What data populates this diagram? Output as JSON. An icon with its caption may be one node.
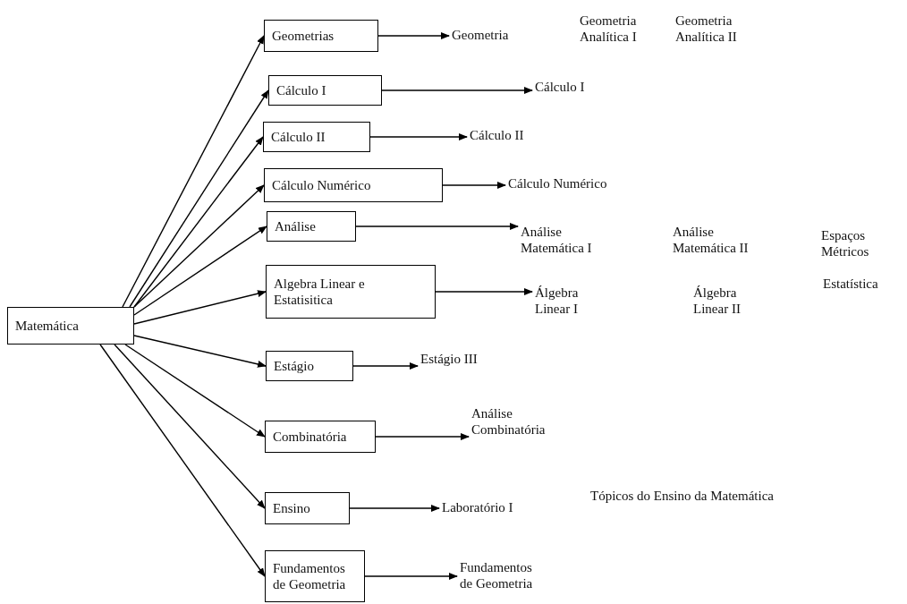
{
  "diagram": {
    "nodes": [
      {
        "text": [
          "Matemática"
        ]
      },
      {
        "text": [
          "Geometrias"
        ]
      },
      {
        "text": [
          "Cálculo I"
        ]
      },
      {
        "text": [
          "Cálculo II"
        ]
      },
      {
        "text": [
          "Cálculo Numérico"
        ]
      },
      {
        "text": [
          "Análise"
        ]
      },
      {
        "text": [
          "Algebra Linear e Estatisitica"
        ]
      },
      {
        "text": [
          "Estágio"
        ]
      },
      {
        "text": [
          "Combinatória"
        ]
      },
      {
        "text": [
          "Ensino"
        ]
      },
      {
        "text": [
          "Fundamentos de Geometria"
        ]
      },
      {
        "text": [
          "Geometria"
        ]
      },
      {
        "text": [
          "Cálculo I"
        ]
      },
      {
        "text": [
          "Cálculo II"
        ]
      },
      {
        "text": [
          "Cálculo Numérico"
        ]
      },
      {
        "text": [
          "Análise Matemática I"
        ]
      },
      {
        "text": [
          "Álgebra Linear I"
        ]
      },
      {
        "text": [
          "Estágio III"
        ]
      },
      {
        "text": [
          "Análise Combinatória"
        ]
      },
      {
        "text": [
          "Laboratório I"
        ]
      },
      {
        "text": [
          "Fundamentos de Geometria"
        ]
      }
    ],
    "edges": [
      {
        "from": 0,
        "to": 1,
        "arrow": "to"
      },
      {
        "from": 0,
        "to": 2,
        "arrow": "to"
      },
      {
        "from": 0,
        "to": 3,
        "arrow": "to"
      },
      {
        "from": 0,
        "to": 4,
        "arrow": "to"
      },
      {
        "from": 0,
        "to": 5,
        "arrow": "to"
      },
      {
        "from": 0,
        "to": 6,
        "arrow": "to"
      },
      {
        "from": 0,
        "to": 7,
        "arrow": "to"
      },
      {
        "from": 0,
        "to": 8,
        "arrow": "to"
      },
      {
        "from": 0,
        "to": 9,
        "arrow": "to"
      },
      {
        "from": 0,
        "to": 10,
        "arrow": "to"
      },
      {
        "from": 1,
        "to": 11,
        "arrow": "to"
      },
      {
        "from": 2,
        "to": 12,
        "arrow": "to"
      },
      {
        "from": 3,
        "to": 13,
        "arrow": "to"
      },
      {
        "from": 4,
        "to": 14,
        "arrow": "to"
      },
      {
        "from": 5,
        "to": 15,
        "arrow": "to"
      },
      {
        "from": 6,
        "to": 16,
        "arrow": "to"
      },
      {
        "from": 7,
        "to": 17,
        "arrow": "to"
      },
      {
        "from": 8,
        "to": 18,
        "arrow": "to"
      },
      {
        "from": 9,
        "to": 19,
        "arrow": "to"
      },
      {
        "from": 10,
        "to": 20,
        "arrow": "to"
      }
    ],
    "labels": [
      "Geometria Analítica I",
      "Geometria Analítica II",
      "Análise Matemática II",
      "Espaços Métricos",
      "Álgebra Linear II",
      "Estatística",
      "Tópicos do Ensino da Matemática"
    ]
  }
}
